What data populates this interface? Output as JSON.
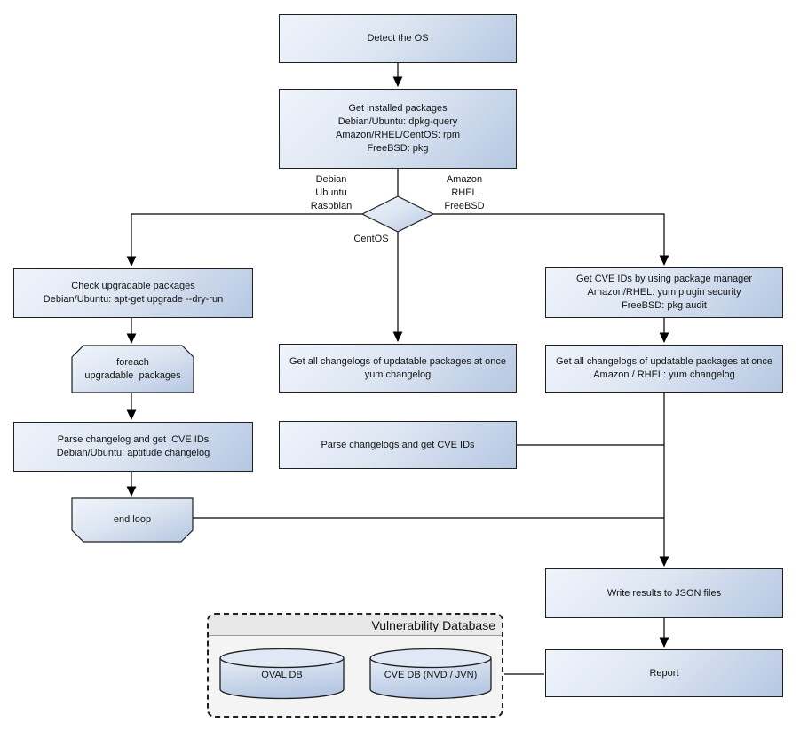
{
  "colors": {
    "node_fill_light": "#eff4fb",
    "node_fill_dark": "#b5c7e2",
    "node_border": "#1f1f1f",
    "connector": "#000000",
    "db_container_fill": "#f4f4f4",
    "db_title_band_fill": "#e8e8e8",
    "cylinder_top_fill": "#dfe8f4",
    "canvas_bg": "#ffffff"
  },
  "nodes": {
    "detect_os": "Detect the OS",
    "get_installed": "Get installed packages\nDebian/Ubuntu: dpkg-query\nAmazon/RHEL/CentOS: rpm\nFreeBSD: pkg",
    "check_upgradable": "Check upgradable packages\nDebian/Ubuntu: apt-get upgrade --dry-run",
    "foreach_loop": "foreach\nupgradable  packages",
    "parse_changelog_left": "Parse changelog and get  CVE IDs\nDebian/Ubuntu: aptitude changelog",
    "end_loop": "end loop",
    "get_changelogs_mid": "Get all changelogs of updatable packages at once\nyum changelog",
    "parse_changelogs_mid": "Parse changelogs and get CVE IDs",
    "get_cve_ids_right": "Get CVE IDs by using package manager\nAmazon/RHEL: yum plugin security\nFreeBSD: pkg audit",
    "get_changelogs_right": "Get all changelogs of updatable packages at once\nAmazon / RHEL: yum changelog",
    "write_results": "Write results to JSON files",
    "report": "Report"
  },
  "branch_labels": {
    "left": "Debian\nUbuntu\nRaspbian",
    "right": "Amazon\nRHEL\nFreeBSD",
    "down": "CentOS"
  },
  "database": {
    "title": "Vulnerability Database",
    "oval_db": "OVAL DB",
    "cve_db": "CVE DB (NVD / JVN)"
  }
}
